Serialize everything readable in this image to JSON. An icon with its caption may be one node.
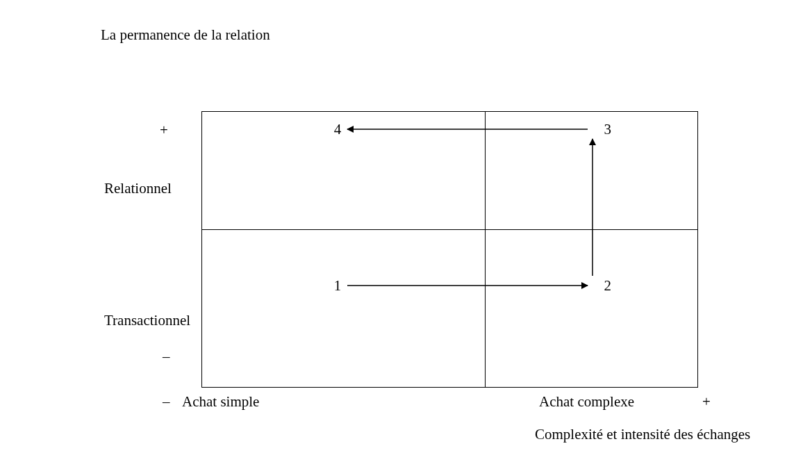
{
  "diagram": {
    "nodes": [
      {
        "text": [
          "4"
        ]
      },
      {
        "text": [
          "3"
        ]
      },
      {
        "text": [
          "1"
        ]
      },
      {
        "text": [
          "2"
        ]
      }
    ],
    "edges": [
      {
        "from": 2,
        "to": 3,
        "arrow": "to"
      },
      {
        "from": 3,
        "to": 1,
        "arrow": "to"
      },
      {
        "from": 1,
        "to": 0,
        "arrow": "to"
      }
    ],
    "labels": [
      "La permanence de la relation",
      "+",
      "Relationnel",
      "Transactionnel",
      "–",
      "–",
      "Achat simple",
      "Achat complexe",
      "+",
      "Complexité et intensité des échanges"
    ]
  }
}
